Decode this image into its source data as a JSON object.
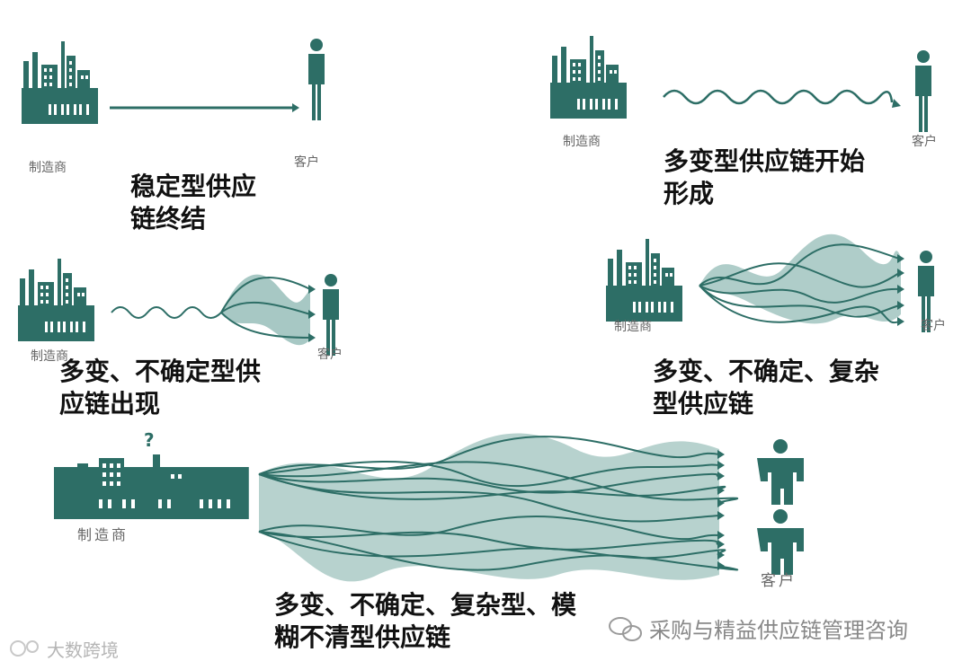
{
  "colors": {
    "teal": "#2d6e66",
    "tealLight": "#5f9b93",
    "arrow": "#2d6e66"
  },
  "labels": {
    "manufacturer": "制造商",
    "customer": "客户",
    "question": "?"
  },
  "panels": {
    "stable": {
      "caption": "稳定型供应\n链终结"
    },
    "variable": {
      "caption": "多变型供应链开始\n形成"
    },
    "uncertain": {
      "caption": "多变、不确定型供\n应链出现"
    },
    "complex": {
      "caption": "多变、不确定、复杂\n型供应链"
    },
    "fuzzy": {
      "caption": "多变、不确定、复杂型、模\n糊不清型供应链"
    }
  },
  "watermark": {
    "left": "大数跨境",
    "right": "采购与精益供应链管理咨询"
  }
}
